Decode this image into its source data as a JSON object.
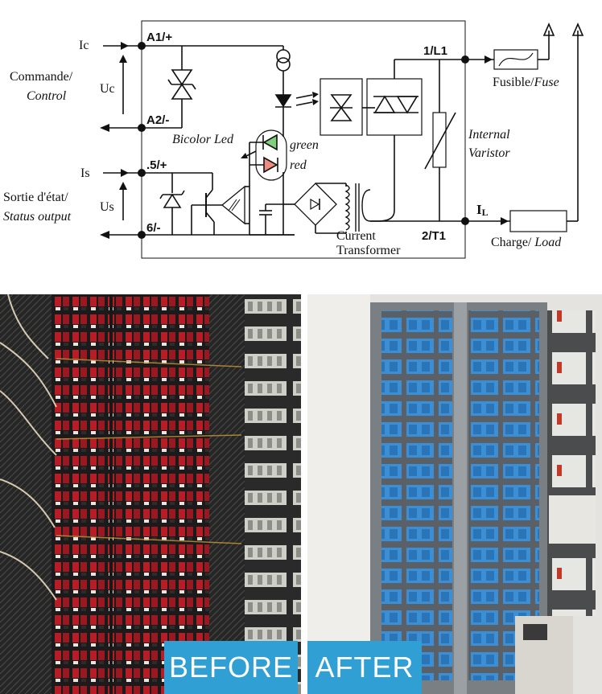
{
  "diagram": {
    "terminals": {
      "a1": "A1/+",
      "a2": "A2/-",
      "t5": ".5/+",
      "t6": "6/-",
      "l1": "1/L1",
      "t1": "2/T1"
    },
    "signals": {
      "ic": "Ic",
      "uc": "Uc",
      "is": "Is",
      "us": "Us",
      "il_main": "I",
      "il_sub": "L"
    },
    "labels": {
      "commande": "Commande/",
      "control": "Control",
      "sortie": "Sortie d'état/",
      "status_output": "Status output",
      "bicolor_led": "Bicolor Led",
      "green": "green",
      "red": "red",
      "current": "Current",
      "transformer": "Transformer",
      "internal": "Internal",
      "varistor": "Varistor",
      "fusible": "Fusible/",
      "fuse": "Fuse",
      "charge": "Charge/ ",
      "load": "Load"
    },
    "colors": {
      "line": "#111111",
      "led_green": "#7fd07a",
      "led_red": "#ef8c80"
    }
  },
  "photos": {
    "before_tag": "BEFORE",
    "after_tag": "AFTER",
    "tag_color": "#2f9fd4"
  }
}
